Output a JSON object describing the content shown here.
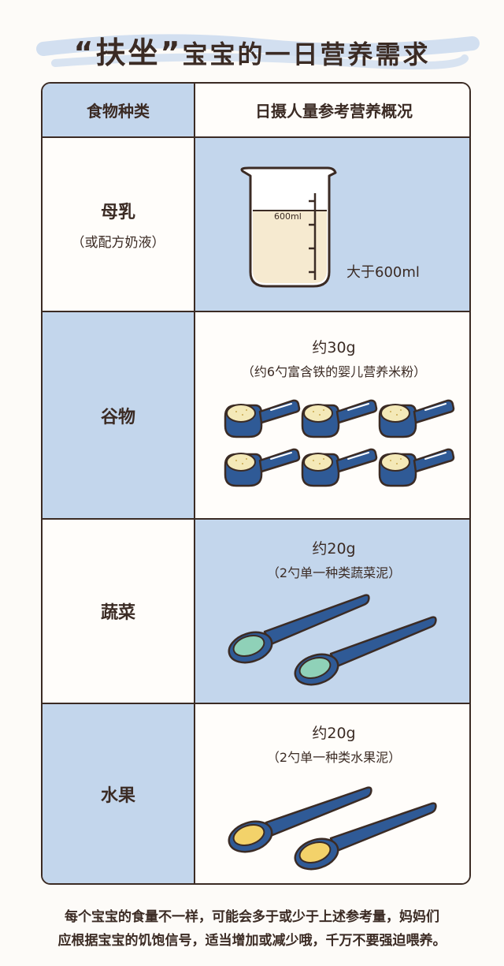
{
  "title": {
    "quote_part": "“扶坐”",
    "rest": "宝宝的一日营养需求"
  },
  "header": {
    "col1": "食物种类",
    "col2": "日摄人量参考营养概况"
  },
  "rows": [
    {
      "food": "母乳",
      "sub": "（或配方奶液）",
      "beaker_mark": "600ml",
      "amount": "大于600ml"
    },
    {
      "food": "谷物",
      "amount": "约30g",
      "desc": "（约6勺富含铁的婴儿营养米粉）"
    },
    {
      "food": "蔬菜",
      "amount": "约20g",
      "desc": "（2勺单一种类蔬菜泥）"
    },
    {
      "food": "水果",
      "amount": "约20g",
      "desc": "（2勺单一种类水果泥）"
    }
  ],
  "footer": {
    "line1": "每个宝宝的食量不一样，可能会多于或少于上述参考量，妈妈们",
    "line2": "应根据宝宝的饥饱信号，适当增加或减少哦，千万不要强迫喂养。"
  },
  "colors": {
    "blue": "#c3d6ec",
    "scoop": "#2f5a96",
    "veg": "#8fd1b8",
    "fruit": "#f3d26a",
    "grain": "#f4e9b8"
  }
}
